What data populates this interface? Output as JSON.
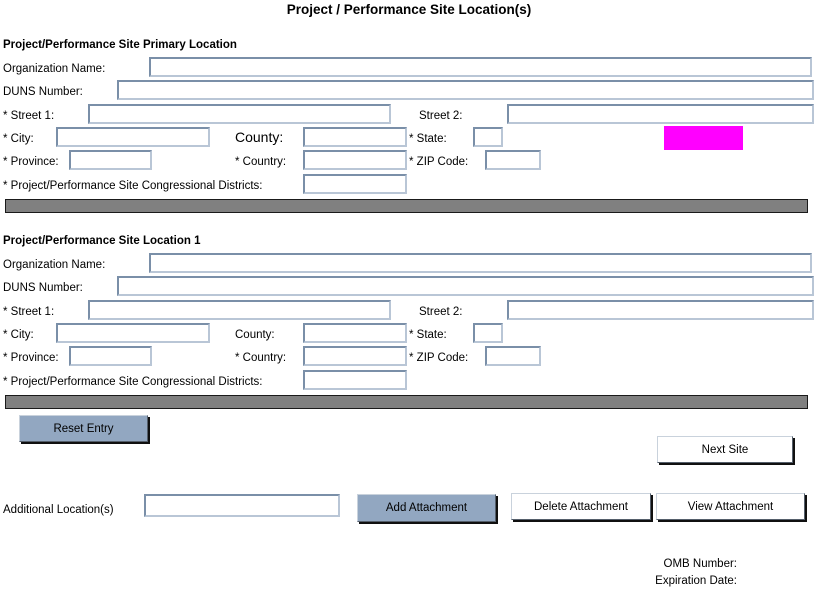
{
  "page": {
    "title": "Project / Performance Site Location(s)"
  },
  "colors": {
    "accent_button": "#92a7c1",
    "field_border_dark": "#7a8fa8",
    "field_border_light": "#b9c6d6",
    "separator_bar": "#808080",
    "highlight_block": "#ff00ff"
  },
  "sections": [
    {
      "heading": "Project/Performance Site Primary Location",
      "fields": {
        "organization_name": {
          "label": "Organization Name:",
          "value": "",
          "placeholder": ""
        },
        "duns_number": {
          "label": "DUNS Number:",
          "value": "",
          "placeholder": ""
        },
        "street1": {
          "label": "* Street 1:",
          "value": "",
          "placeholder": ""
        },
        "street2": {
          "label": "Street 2:",
          "value": "",
          "placeholder": ""
        },
        "city": {
          "label": "* City:",
          "value": "",
          "placeholder": ""
        },
        "county": {
          "label": "County:",
          "value": "",
          "placeholder": ""
        },
        "state": {
          "label": "* State:",
          "value": "",
          "placeholder": ""
        },
        "province": {
          "label": "* Province:",
          "value": "",
          "placeholder": ""
        },
        "country": {
          "label": "* Country:",
          "value": "",
          "placeholder": ""
        },
        "zip_code": {
          "label": "* ZIP Code:",
          "value": "",
          "placeholder": ""
        },
        "congressional": {
          "label": "* Project/Performance Site Congressional Districts:",
          "value": "",
          "placeholder": ""
        }
      }
    },
    {
      "heading": "Project/Performance Site Location 1",
      "fields": {
        "organization_name": {
          "label": "Organization Name:",
          "value": "",
          "placeholder": ""
        },
        "duns_number": {
          "label": "DUNS Number:",
          "value": "",
          "placeholder": ""
        },
        "street1": {
          "label": "* Street 1:",
          "value": "",
          "placeholder": ""
        },
        "street2": {
          "label": "Street 2:",
          "value": "",
          "placeholder": ""
        },
        "city": {
          "label": "* City:",
          "value": "",
          "placeholder": ""
        },
        "county": {
          "label": "County:",
          "value": "",
          "placeholder": ""
        },
        "state": {
          "label": "* State:",
          "value": "",
          "placeholder": ""
        },
        "province": {
          "label": "* Province:",
          "value": "",
          "placeholder": ""
        },
        "country": {
          "label": "* Country:",
          "value": "",
          "placeholder": ""
        },
        "zip_code": {
          "label": "* ZIP Code:",
          "value": "",
          "placeholder": ""
        },
        "congressional": {
          "label": "* Project/Performance Site Congressional Districts:",
          "value": "",
          "placeholder": ""
        }
      }
    }
  ],
  "actions": {
    "reset_entry": "Reset Entry",
    "next_site": "Next Site",
    "add_attachment": "Add Attachment",
    "delete_attachment": "Delete Attachment",
    "view_attachment": "View  Attachment"
  },
  "additional": {
    "label": "Additional Location(s)",
    "value": "",
    "placeholder": ""
  },
  "footer": {
    "omb_number_label": "OMB Number:",
    "omb_number_value": "",
    "expiration_date_label": "Expiration Date:",
    "expiration_date_value": ""
  }
}
